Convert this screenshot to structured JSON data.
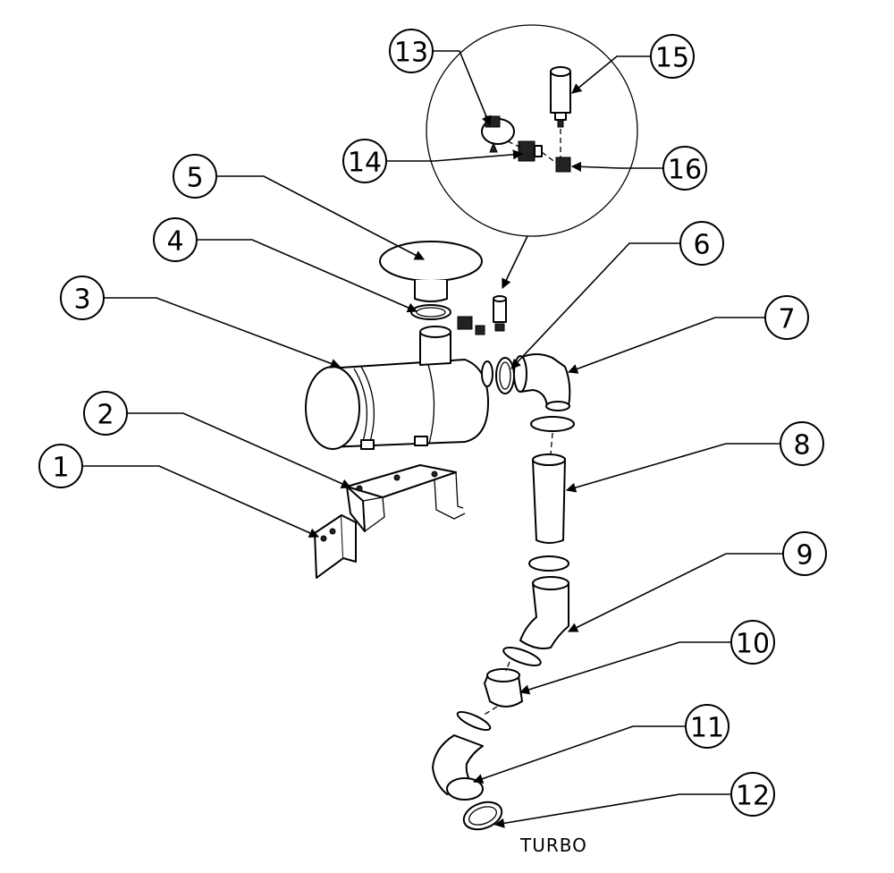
{
  "diagram": {
    "callouts": [
      {
        "number": "1"
      },
      {
        "number": "2"
      },
      {
        "number": "3"
      },
      {
        "number": "4"
      },
      {
        "number": "5"
      },
      {
        "number": "6"
      },
      {
        "number": "7"
      },
      {
        "number": "8"
      },
      {
        "number": "9"
      },
      {
        "number": "10"
      },
      {
        "number": "11"
      },
      {
        "number": "12"
      },
      {
        "number": "13"
      },
      {
        "number": "14"
      },
      {
        "number": "15"
      },
      {
        "number": "16"
      }
    ],
    "note": "TURBO"
  }
}
